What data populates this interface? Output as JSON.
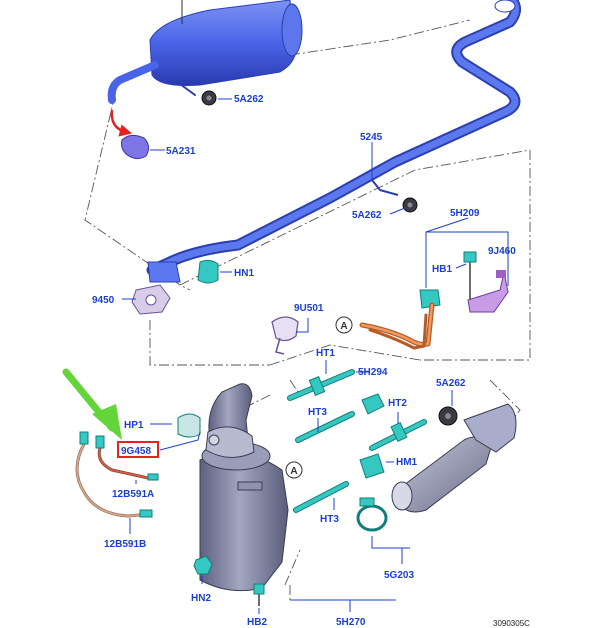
{
  "colors": {
    "label": "#1a3fd0",
    "pipe": "#4a64e8",
    "pipe_dark": "#2b3fb0",
    "dpf_body": "#7b7e9c",
    "hose": "#35c8c2",
    "harness": "#d6a58a",
    "copper_pipe": "#d9793d",
    "bracket": "#9d5fc7",
    "highlight_box": "#e52222",
    "arrow": "#63d43a"
  },
  "labels": {
    "l_5a262_top": "5A262",
    "l_5a231": "5A231",
    "l_5245": "5245",
    "l_5a262_mid": "5A262",
    "l_5h209": "5H209",
    "l_hb1": "HB1",
    "l_9j460": "9J460",
    "l_hn1": "HN1",
    "l_9450": "9450",
    "l_9u501": "9U501",
    "l_ht1": "HT1",
    "l_5h294": "5H294",
    "l_5a262_right": "5A262",
    "l_hp1": "HP1",
    "l_9g458": "9G458",
    "l_ht3_upper": "HT3",
    "l_ht2": "HT2",
    "l_hm1": "HM1",
    "l_12b591a": "12B591A",
    "l_12b591b": "12B591B",
    "l_ht3_lower": "HT3",
    "l_5g203": "5G203",
    "l_hn2": "HN2",
    "l_hb2": "HB2",
    "l_5h270": "5H270"
  },
  "callouts": {
    "a_upper": "A",
    "a_lower": "A"
  },
  "figure_ref": "3090305C",
  "highlighted_part": "9G458"
}
